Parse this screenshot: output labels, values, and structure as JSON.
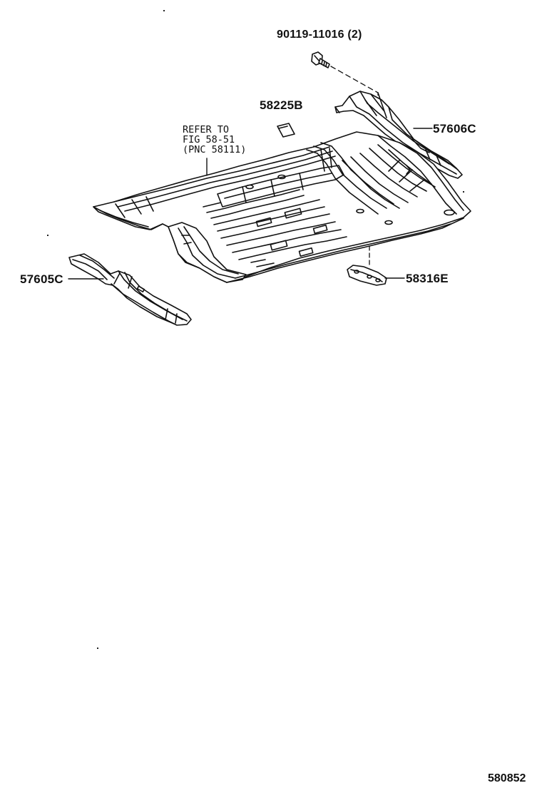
{
  "callouts": {
    "bolt": {
      "part_no": "90119-11016",
      "qty": "(2)"
    },
    "patch": {
      "part_no": "58225B"
    },
    "member_rear": {
      "part_no": "57606C"
    },
    "member_front": {
      "part_no": "57605C"
    },
    "plate": {
      "part_no": "58316E"
    }
  },
  "refer_note": {
    "line1": "REFER TO",
    "line2": "FIG 58-51",
    "line3": "(PNC 58111)"
  },
  "figure_code": "580852"
}
